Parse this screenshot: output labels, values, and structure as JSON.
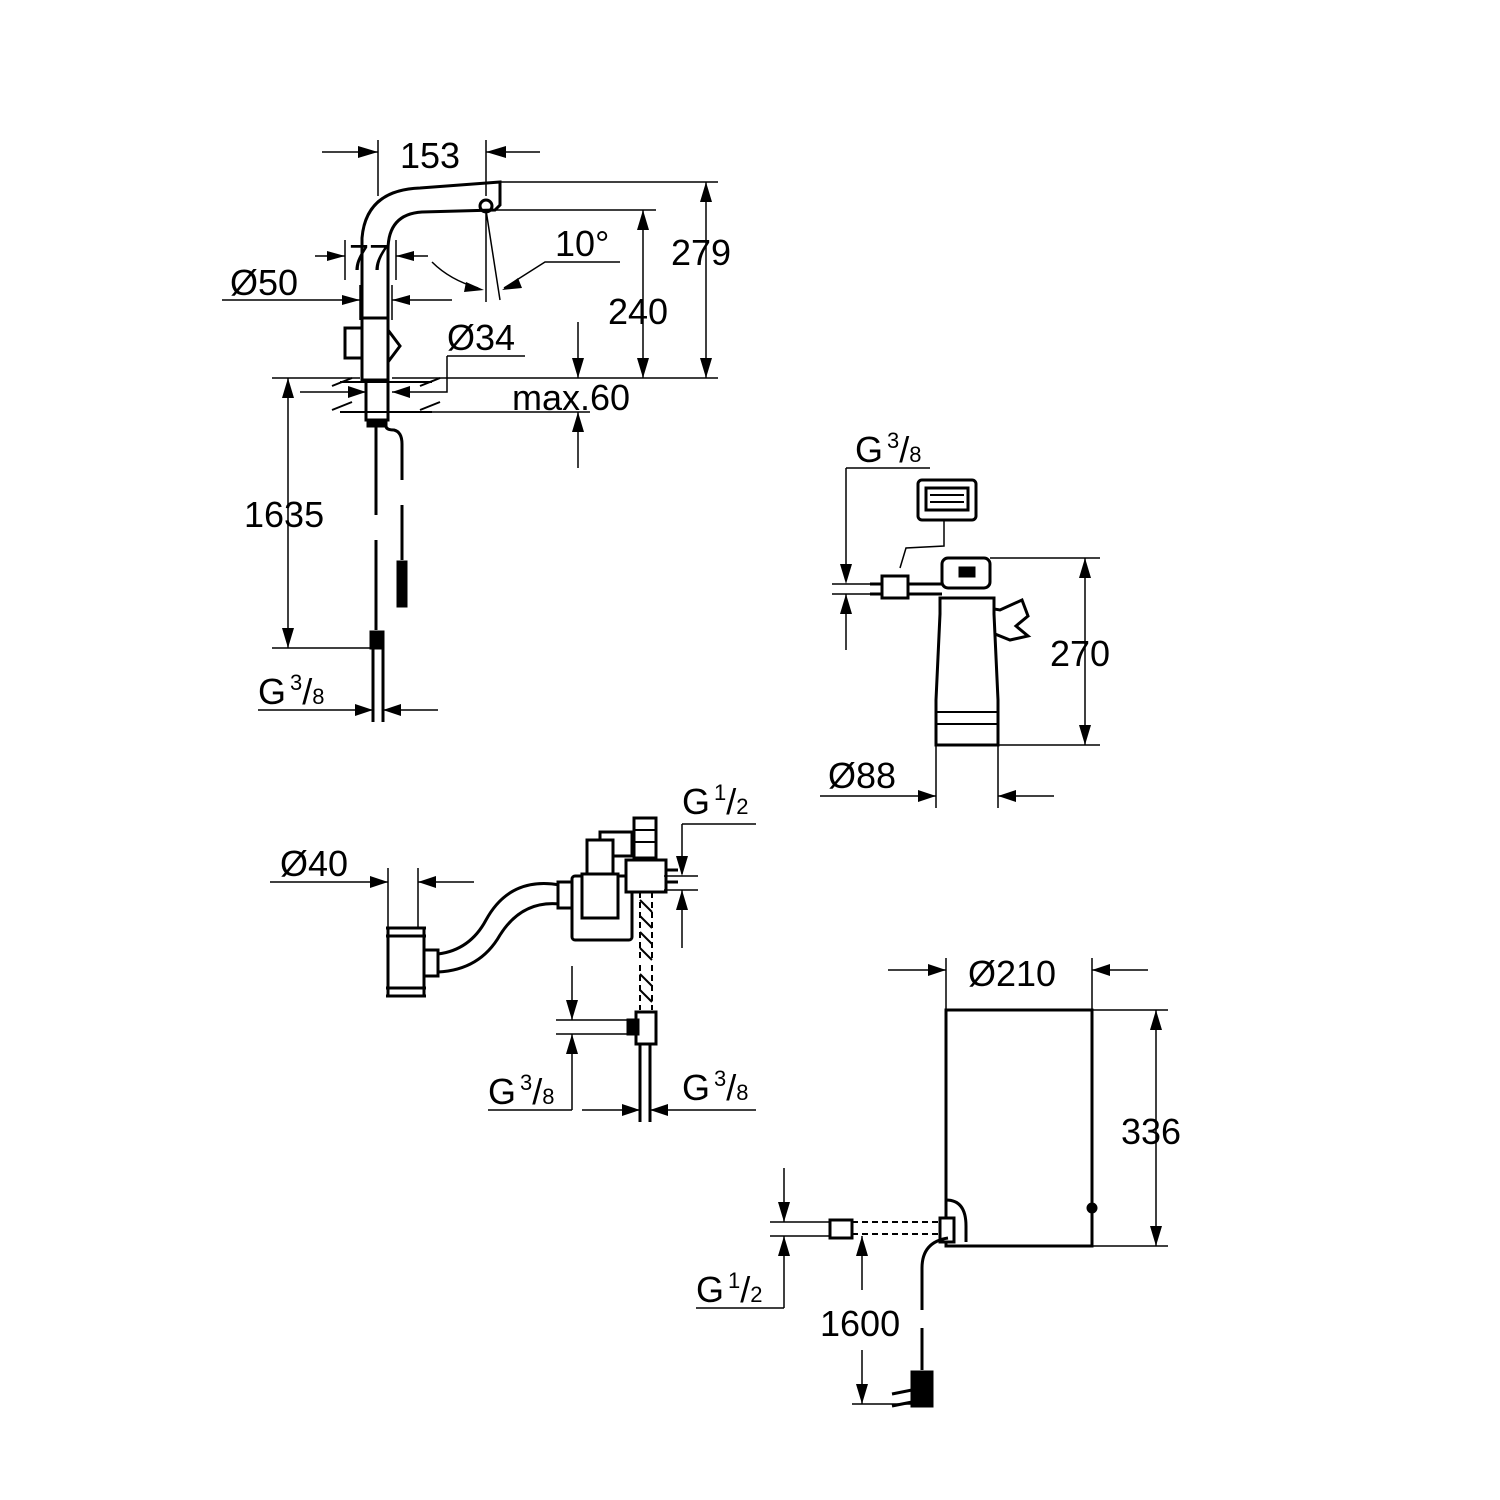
{
  "labels": {
    "w153": "153",
    "h279": "279",
    "w77": "77",
    "angle10": "10°",
    "d50": "Ø50",
    "h240": "240",
    "d34": "Ø34",
    "max60": "max.60",
    "h1635": "1635",
    "g38_faucet": {
      "g": "G",
      "num": "3",
      "slash": "/",
      "den": "8"
    },
    "g38_filter": {
      "g": "G",
      "num": "3",
      "slash": "/",
      "den": "8"
    },
    "h270": "270",
    "d88": "Ø88",
    "g12_valve": {
      "g": "G",
      "num": "1",
      "slash": "/",
      "den": "2"
    },
    "d40": "Ø40",
    "g38_valve_left": {
      "g": "G",
      "num": "3",
      "slash": "/",
      "den": "8"
    },
    "g38_valve_right": {
      "g": "G",
      "num": "3",
      "slash": "/",
      "den": "8"
    },
    "d210": "Ø210",
    "h336": "336",
    "g12_boiler": {
      "g": "G",
      "num": "1",
      "slash": "/",
      "den": "2"
    },
    "h1600": "1600"
  }
}
